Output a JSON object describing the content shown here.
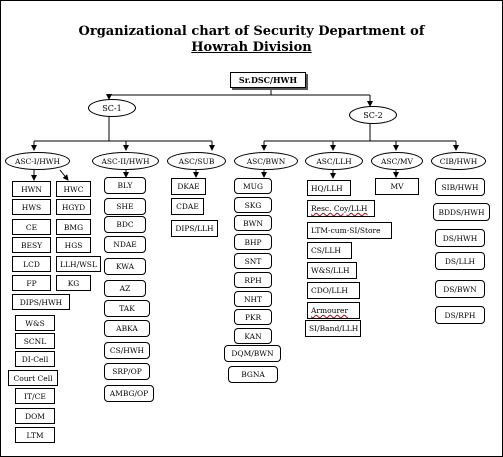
{
  "title": {
    "line1": "Organizational chart of Security Department of",
    "line2": "Howrah Division"
  },
  "root": "Sr.DSC/HWH",
  "sc1": "SC-1",
  "sc2": "SC-2",
  "branches": {
    "asc1": {
      "head": "ASC-I/HWH",
      "left_col": [
        "HWN",
        "HWS",
        "CE",
        "BESY",
        "LCD",
        "FP"
      ],
      "right_col": [
        "HWC",
        "HGYD",
        "BMG",
        "HGS",
        "LLH/WSL",
        "KG"
      ],
      "tail": [
        "DIPS/HWH",
        "W&S",
        "SCNL",
        "DI-Cell",
        "Court Cell",
        "IT/CE",
        "DOM",
        "LTM"
      ]
    },
    "asc2": {
      "head": "ASC-II/HWH",
      "items": [
        "BLY",
        "SHE",
        "BDC",
        "NDAE",
        "KWA",
        "AZ",
        "TAK",
        "ABKA",
        "CS/HWH",
        "SRP/OP",
        "AMBG/OP"
      ]
    },
    "ascsub": {
      "head": "ASC/SUB",
      "items": [
        "DKAE",
        "CDAE",
        "DIPS/LLH"
      ]
    },
    "ascbwn": {
      "head": "ASC/BWN",
      "items": [
        "MUG",
        "SKG",
        "BWN",
        "BHP",
        "SNT",
        "RPH",
        "NHT",
        "PKR",
        "KAN",
        "DQM/BWN",
        "BGNA"
      ]
    },
    "ascllh": {
      "head": "ASC/LLH",
      "items": [
        "HQ/LLH",
        "Resc. Coy/LLH",
        "LTM-cum-SI/Store",
        "CS/LLH",
        "W&S/LLH",
        "CDO/LLH",
        "Armourer",
        "SI/Band/LLH"
      ]
    },
    "ascmv": {
      "head": "ASC/MV",
      "items": [
        "MV"
      ]
    },
    "cib": {
      "head": "CIB/HWH",
      "items": [
        "SIB/HWH",
        "BDDS/HWH",
        "DS/HWH",
        "DS/LLH",
        "DS/BWN",
        "DS/RPH"
      ]
    }
  }
}
